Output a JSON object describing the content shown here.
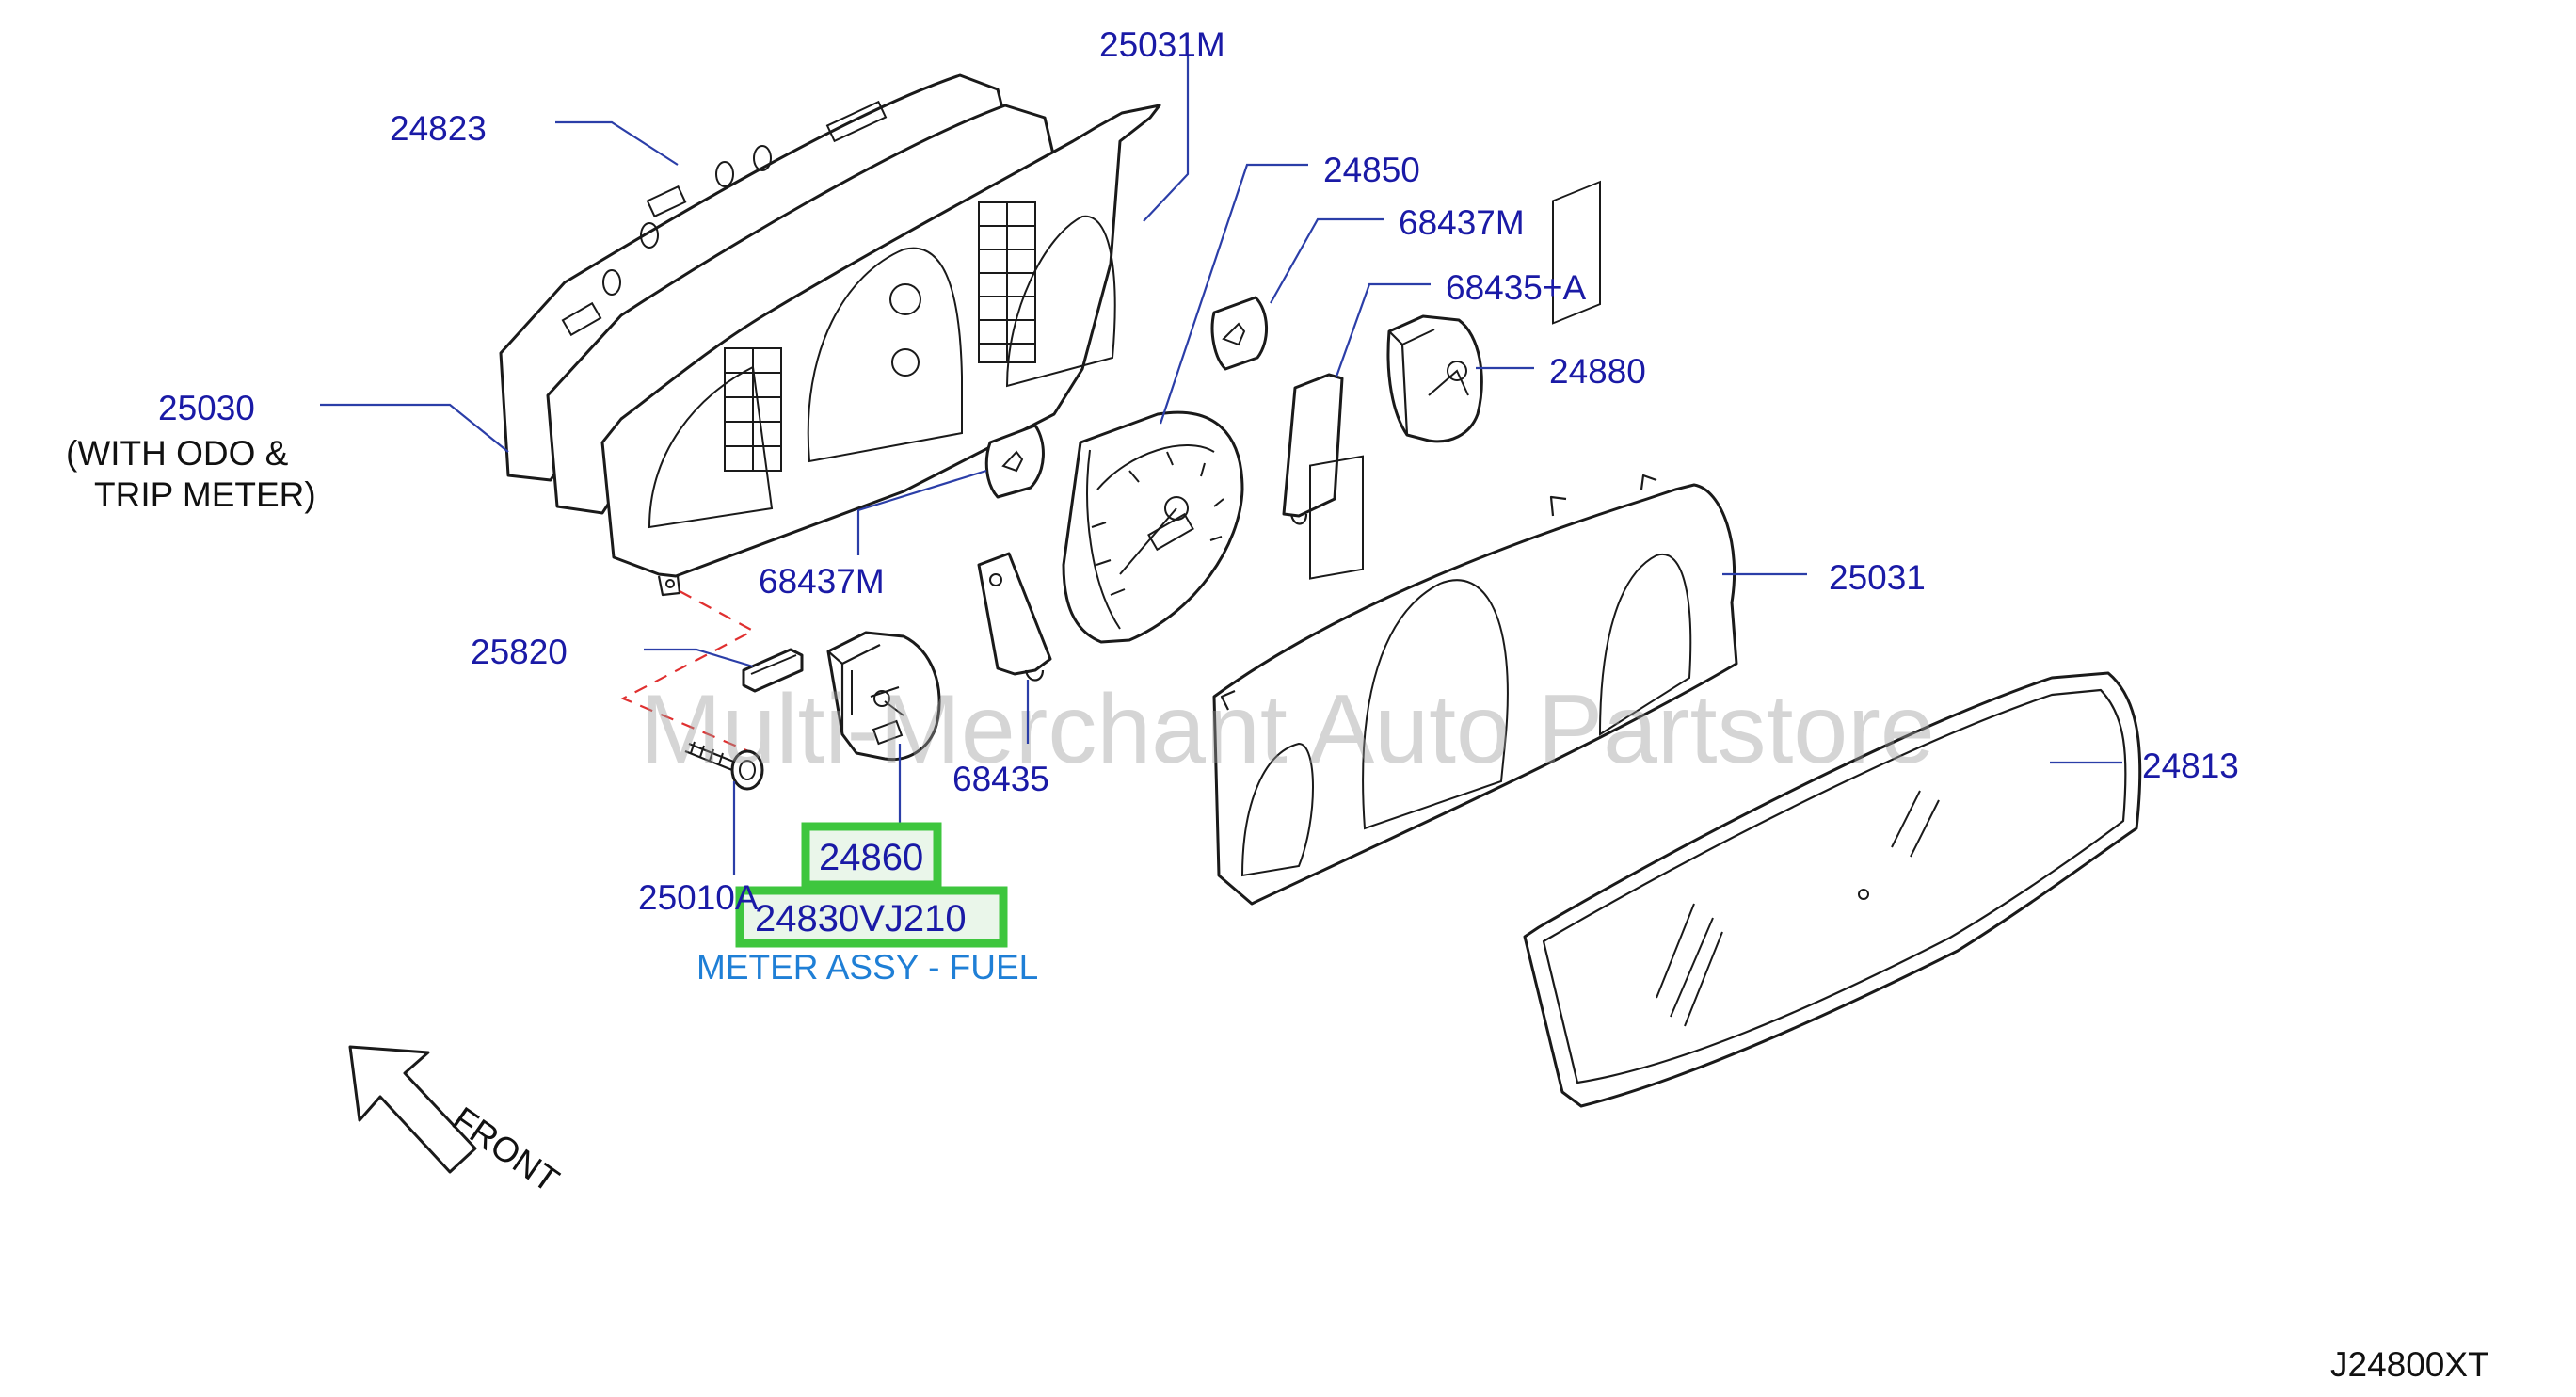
{
  "diagram": {
    "footer_code": "J24800XT",
    "watermark": "Multi-Merchant Auto Partstore",
    "front_label": "FRONT",
    "labels": {
      "l24823": "24823",
      "l25031M": "25031M",
      "l24850": "24850",
      "l68437M_top": "68437M",
      "l68435A": "68435+A",
      "l24880": "24880",
      "l25030": "25030",
      "l25030_note1": "(WITH  ODO  &",
      "l25030_note2": "TRIP  METER)",
      "l68437M_mid": "68437M",
      "l25031": "25031",
      "l25820": "25820",
      "l68435": "68435",
      "l24813": "24813",
      "l25010A": "25010A",
      "l24860": "24860",
      "l24830VJ210": "24830VJ210",
      "meter_desc": "METER ASSY - FUEL"
    },
    "highlighted_parts": [
      "24860",
      "24830VJ210"
    ],
    "colors": {
      "label": "#1a1aa6",
      "description": "#1f7fd6",
      "highlight": "#3ec63e",
      "dashed_link": "#e03030"
    }
  }
}
